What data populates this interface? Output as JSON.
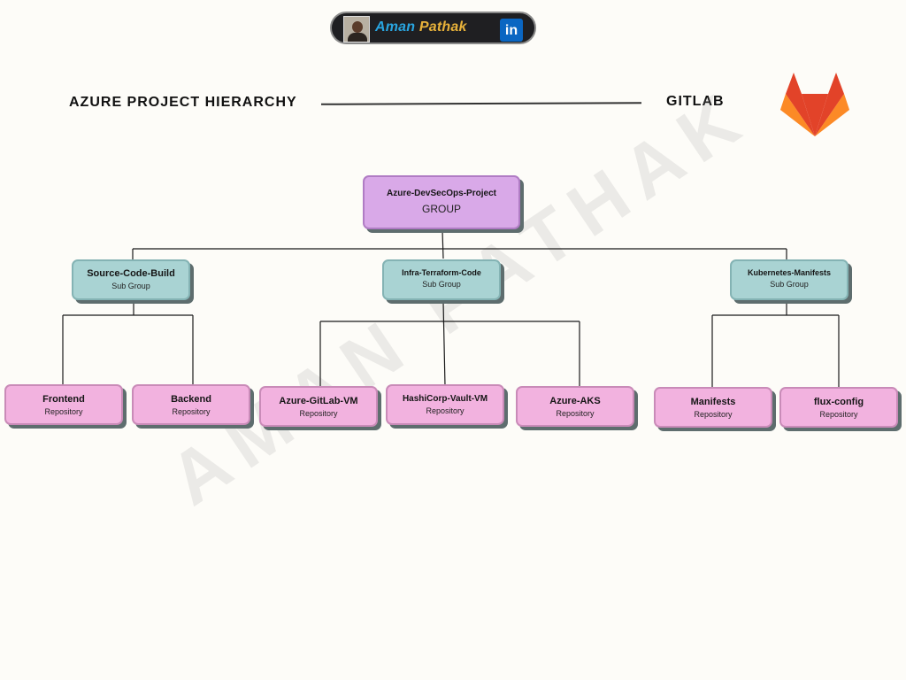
{
  "header": {
    "first_name": "Aman",
    "last_name": "Pathak",
    "social_icon": "linkedin-icon",
    "social_glyph": "in"
  },
  "title_left": "AZURE PROJECT HIERARCHY",
  "title_right": "GITLAB",
  "watermark": "AMAN PATHAK",
  "logo": "gitlab-logo",
  "tree": {
    "group": {
      "name": "Azure-DevSecOps-Project",
      "type": "GROUP"
    },
    "subgroups": [
      {
        "name": "Source-Code-Build",
        "type": "Sub Group",
        "repos": [
          {
            "name": "Frontend",
            "type": "Repository"
          },
          {
            "name": "Backend",
            "type": "Repository"
          }
        ]
      },
      {
        "name": "Infra-Terraform-Code",
        "type": "Sub Group",
        "repos": [
          {
            "name": "Azure-GitLab-VM",
            "type": "Repository"
          },
          {
            "name": "HashiCorp-Vault-VM",
            "type": "Repository"
          },
          {
            "name": "Azure-AKS",
            "type": "Repository"
          }
        ]
      },
      {
        "name": "Kubernetes-Manifests",
        "type": "Sub Group",
        "repos": [
          {
            "name": "Manifests",
            "type": "Repository"
          },
          {
            "name": "flux-config",
            "type": "Repository"
          }
        ]
      }
    ]
  },
  "colors": {
    "group": "#d9a9e8",
    "subgroup": "#a9d3d3",
    "repository": "#f2b2df",
    "shadow": "#5e6d6e"
  }
}
